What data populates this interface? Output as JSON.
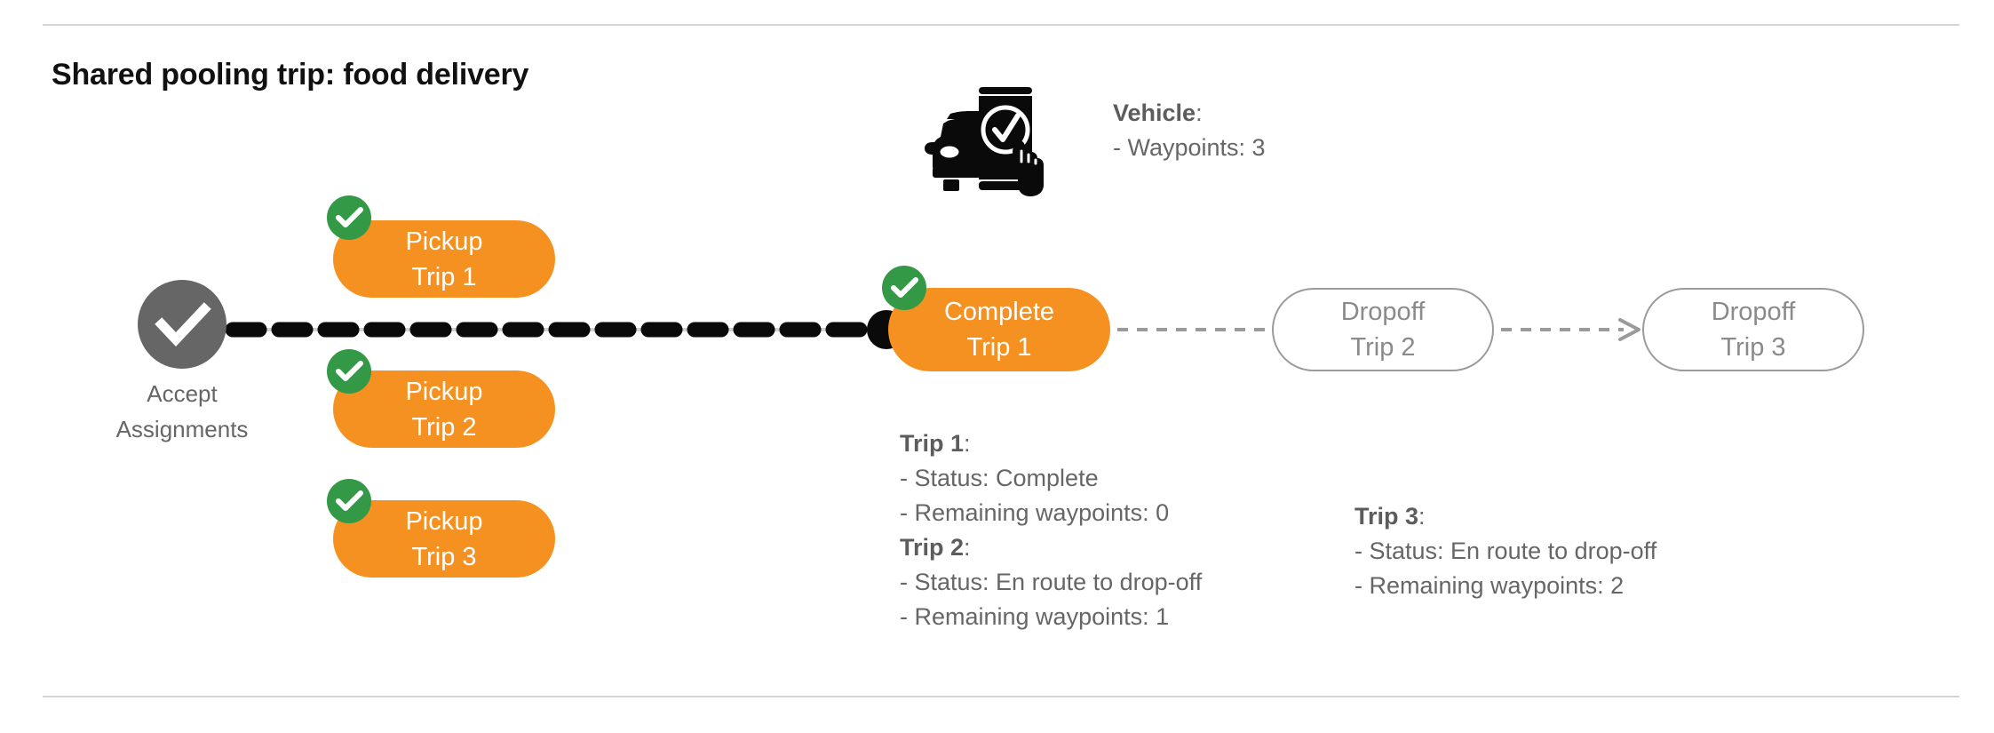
{
  "page": {
    "title": "Shared pooling trip: food delivery",
    "background": "#ffffff",
    "divider_color": "#d4d4d4"
  },
  "colors": {
    "orange": "#F59120",
    "green": "#339947",
    "gray_node": "#666666",
    "gray_text": "#666666",
    "outline_gray": "#9a9a9a",
    "black": "#0a0a0a"
  },
  "flow": {
    "start_node": {
      "icon": "check-circle-icon",
      "label": "Accept\nAssignments"
    },
    "pickup_nodes": [
      {
        "line1": "Pickup",
        "line2": "Trip 1",
        "status_icon": "green-check-badge"
      },
      {
        "line1": "Pickup",
        "line2": "Trip 2",
        "status_icon": "green-check-badge"
      },
      {
        "line1": "Pickup",
        "line2": "Trip 3",
        "status_icon": "green-check-badge"
      }
    ],
    "complete_node": {
      "line1": "Complete",
      "line2": "Trip 1",
      "status_icon": "green-check-badge"
    },
    "dropoff_nodes": [
      {
        "line1": "Dropoff",
        "line2": "Trip 2"
      },
      {
        "line1": "Dropoff",
        "line2": "Trip 3"
      }
    ]
  },
  "vehicle_info": {
    "icon": "car-phone-check-icon",
    "heading": "Vehicle",
    "heading_suffix": ":",
    "lines": [
      "- Waypoints: 3"
    ]
  },
  "trip_details": {
    "group_left": {
      "trip1": {
        "heading": "Trip 1",
        "heading_suffix": ":",
        "status_line": "- Status:  Complete",
        "waypoints_line": "- Remaining waypoints: 0"
      },
      "trip2": {
        "heading": "Trip 2",
        "heading_suffix": ":",
        "status_line": "- Status:  En route to drop-off",
        "waypoints_line": "- Remaining waypoints: 1"
      }
    },
    "group_right": {
      "trip3": {
        "heading": "Trip 3",
        "heading_suffix": ":",
        "status_line": "- Status:  En route to drop-off",
        "waypoints_line": "- Remaining waypoints: 2"
      }
    }
  }
}
